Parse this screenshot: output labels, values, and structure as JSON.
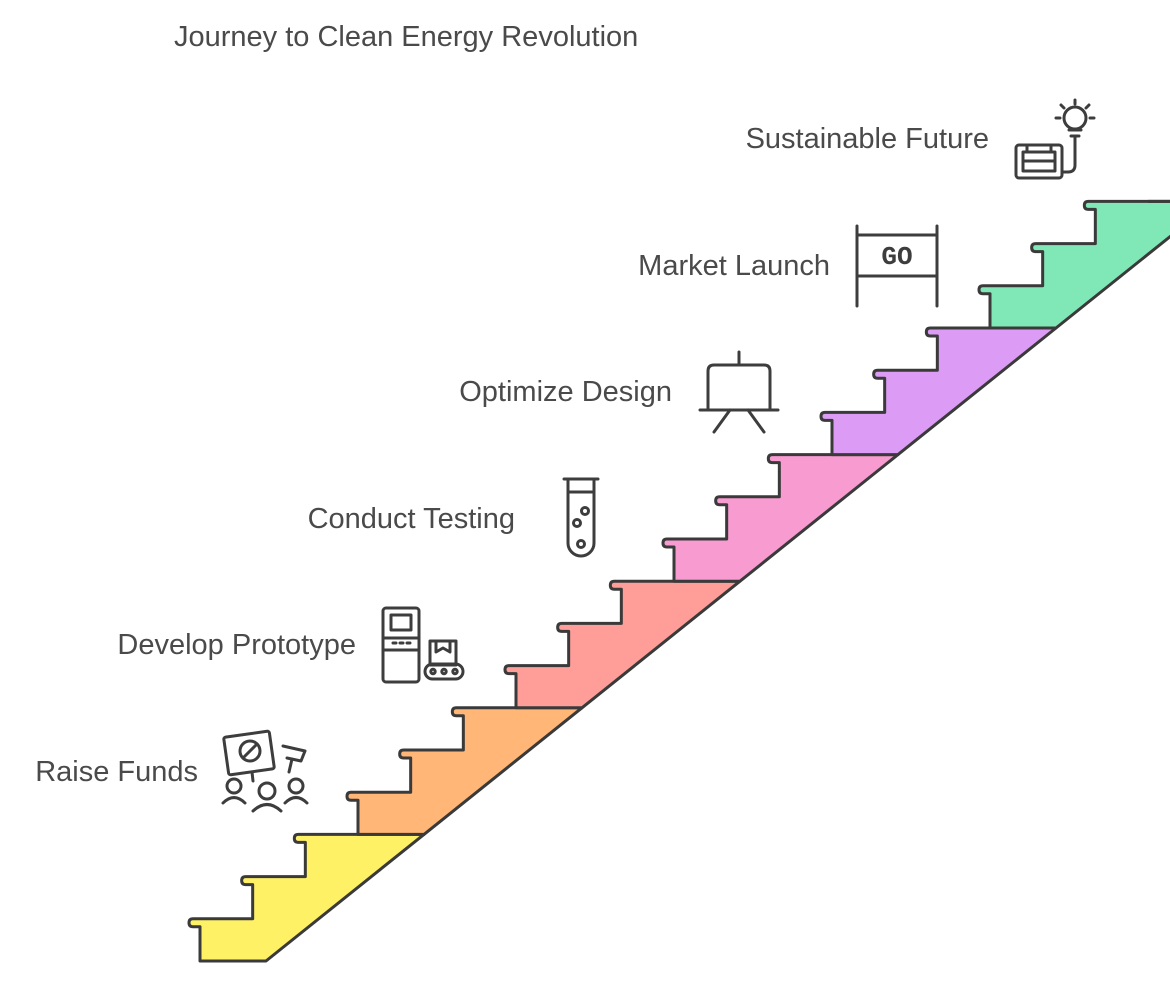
{
  "diagram": {
    "title": "Journey to Clean Energy Revolution",
    "stages": [
      {
        "label": "Raise Funds",
        "color": "#fff166",
        "icon": "protest-crowd-icon"
      },
      {
        "label": "Develop Prototype",
        "color": "#ffb676",
        "icon": "machine-conveyor-icon"
      },
      {
        "label": "Conduct Testing",
        "color": "#ff9e98",
        "icon": "test-tube-icon"
      },
      {
        "label": "Optimize Design",
        "color": "#f79bd0",
        "icon": "easel-board-icon"
      },
      {
        "label": "Market Launch",
        "color": "#dc9cf6",
        "icon": "go-sign-icon"
      },
      {
        "label": "Sustainable Future",
        "color": "#80e8b7",
        "icon": "lightbulb-generator-icon"
      }
    ],
    "go_sign_text": "GO"
  }
}
